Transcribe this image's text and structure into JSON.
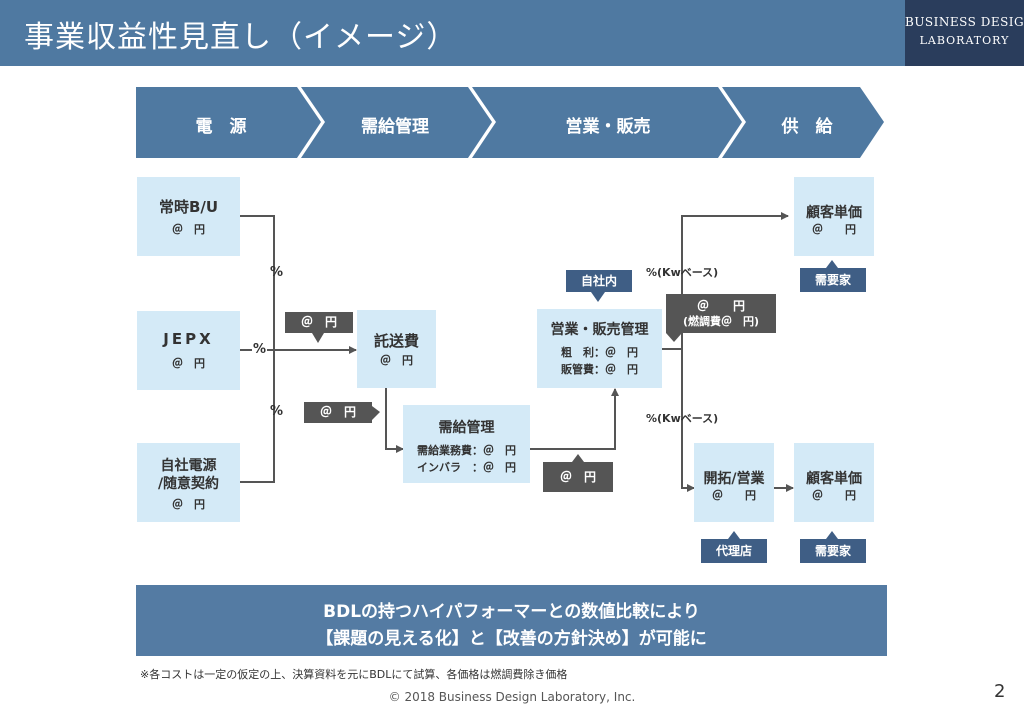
{
  "header": {
    "title": "事業収益性見直し（イメージ）",
    "logo_line1": "BUSINESS DESIGN",
    "logo_line2": "LABORATORY"
  },
  "stages": [
    "電　源",
    "需給管理",
    "営業・販売",
    "供　給"
  ],
  "boxes": {
    "jougi": {
      "title": "常時B/U",
      "value": "＠　円"
    },
    "jepx": {
      "title": "JEPX",
      "value": "＠　円"
    },
    "jisha": {
      "title1": "自社電源",
      "title2": "/随意契約",
      "value": "＠　円"
    },
    "takusou": {
      "title": "託送費",
      "value": "＠　円"
    },
    "jukyu": {
      "title": "需給管理",
      "line1": "需給業務費：＠　円",
      "line2": "インバラ　：＠　円"
    },
    "eigyo": {
      "title": "営業・販売管理",
      "line1": "粗　利：＠　円",
      "line2": "販管費：＠　円"
    },
    "kaitaku": {
      "title": "開拓/営業",
      "value": "＠　　円"
    },
    "kokyaku1": {
      "title": "顧客単価",
      "value": "＠　　円"
    },
    "kokyaku2": {
      "title": "顧客単価",
      "value": "＠　　円"
    }
  },
  "tags": {
    "price1": "＠　円",
    "price2": "＠　円",
    "price3": "＠　円",
    "price4_line1": "＠　　円",
    "price4_line2": "(燃調費＠　円)",
    "jishanai": "自社内",
    "juyouka1": "需要家",
    "juyouka2": "需要家",
    "dairiten": "代理店"
  },
  "labels": {
    "pct1": "%",
    "pct2": "%",
    "pct3": "%",
    "kw1": "%(Kwベース)",
    "kw2": "%(Kwベース)"
  },
  "banner": {
    "line1": "BDLの持つハイパフォーマーとの数値比較により",
    "line2": "【課題の見える化】と【改善の方針決め】が可能に"
  },
  "note": "※各コストは一定の仮定の上、決算資料を元にBDLにて試算、各価格は燃調費除き価格",
  "footer": {
    "copyright": "© 2018 Business Design Laboratory, Inc.",
    "page": "2"
  },
  "colors": {
    "header": "#4f79a1",
    "logo": "#2a3d5c",
    "box": "#d4eaf7",
    "arrow": "#4f79a1",
    "dark_tag": "#555555",
    "navy_tag": "#3f5e85"
  }
}
